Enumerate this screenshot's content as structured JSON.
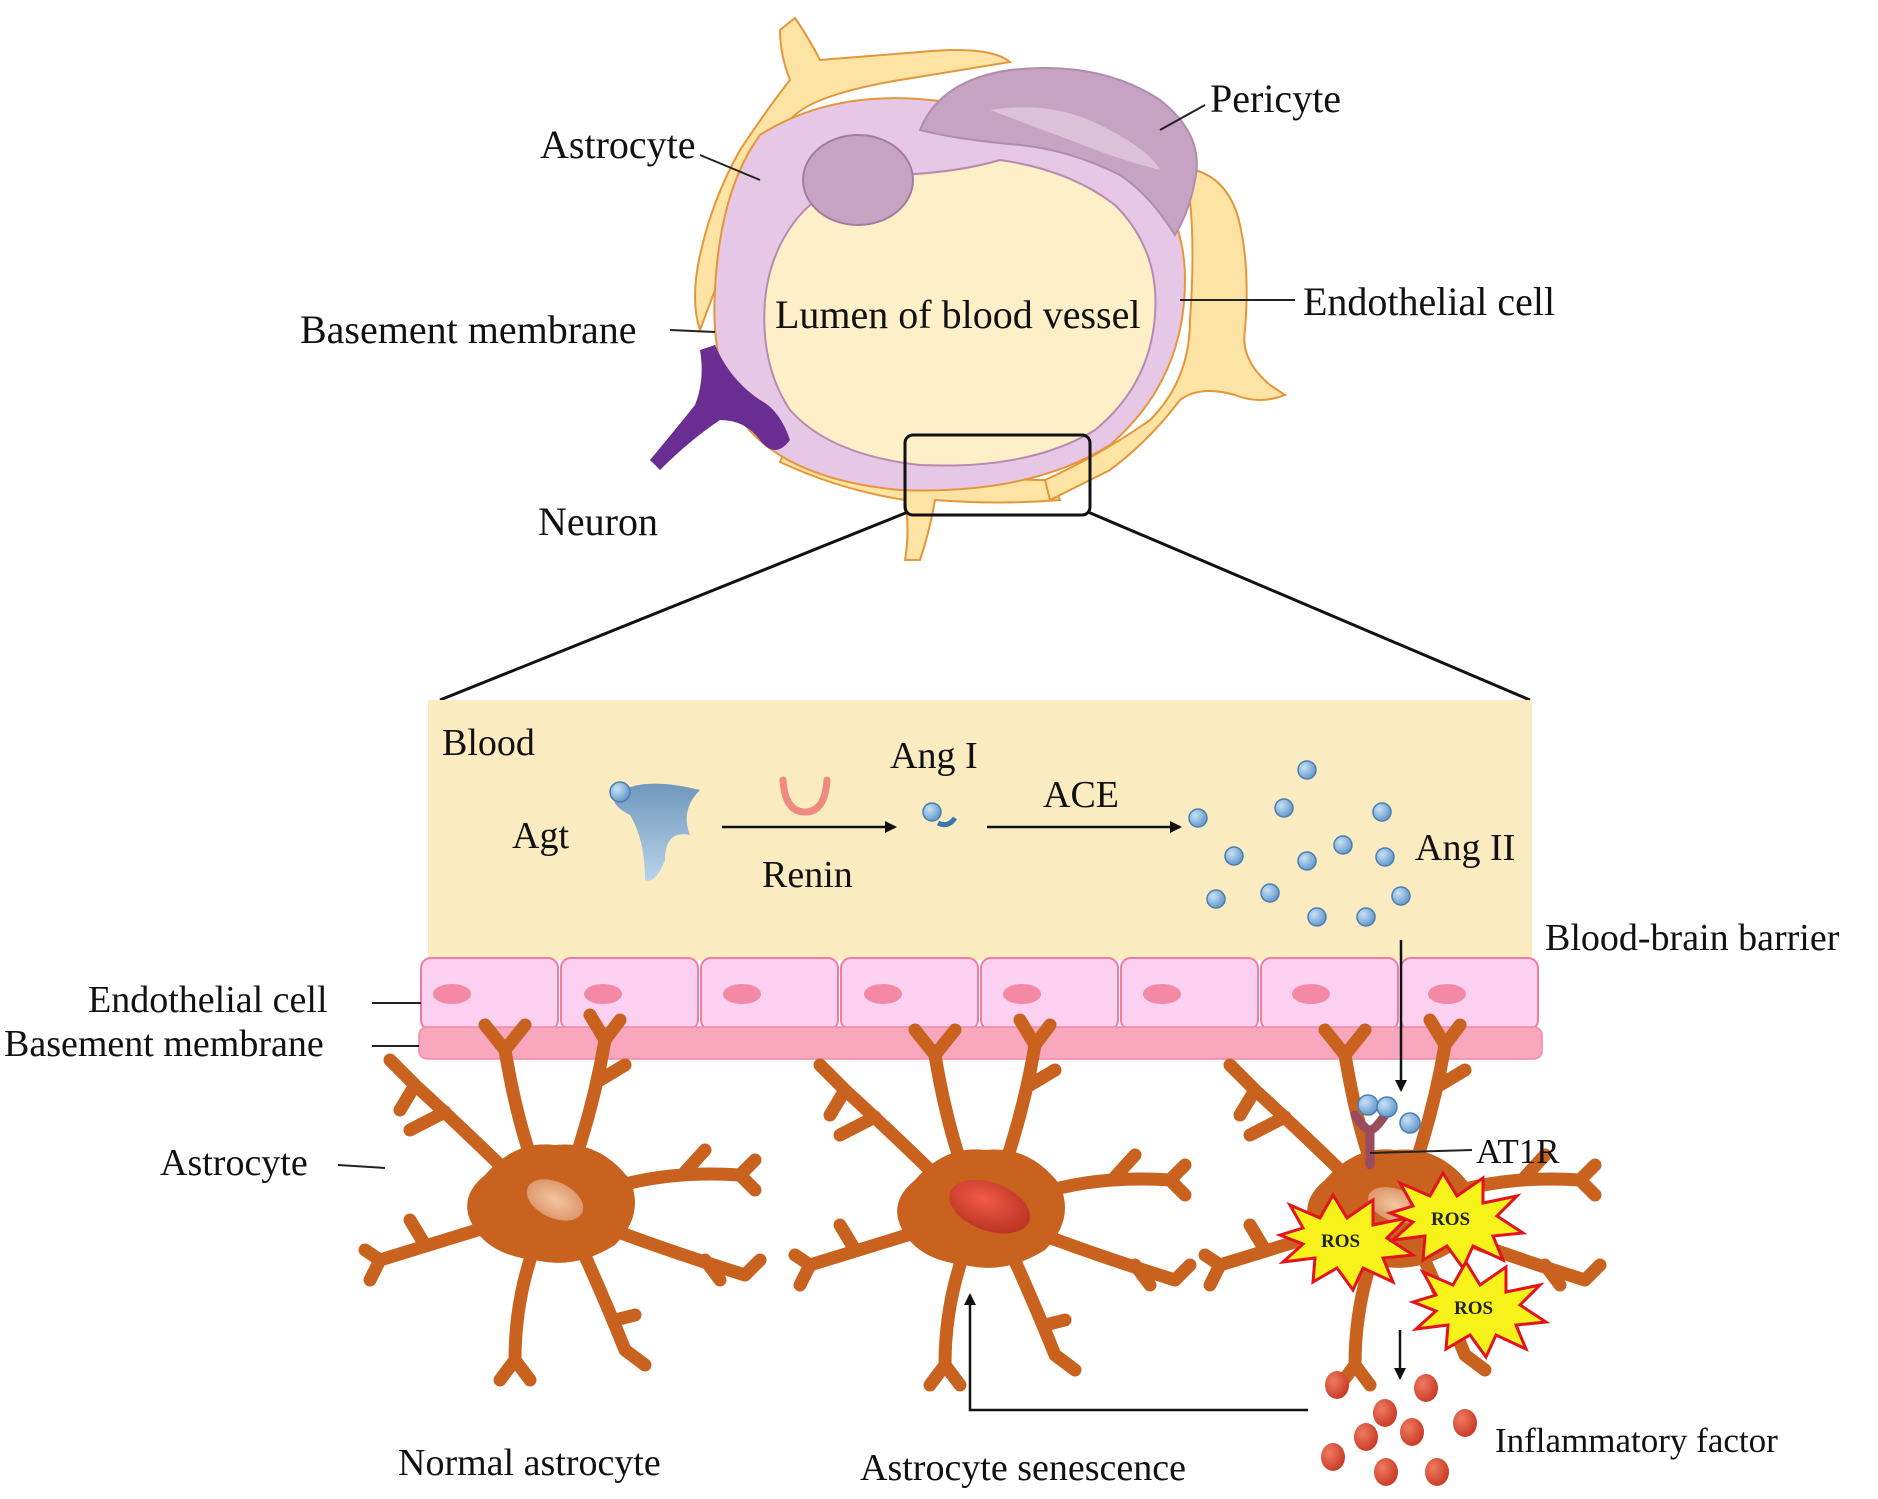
{
  "top_view": {
    "labels": {
      "astrocyte": "Astrocyte",
      "pericyte": "Pericyte",
      "basement_membrane": "Basement membrane",
      "lumen": "Lumen of blood vessel",
      "endothelial_cell": "Endothelial cell",
      "neuron": "Neuron"
    }
  },
  "detail_view": {
    "labels": {
      "blood": "Blood",
      "agt": "Agt",
      "renin": "Renin",
      "ang_i": "Ang I",
      "ace": "ACE",
      "ang_ii": "Ang II",
      "bbb": "Blood-brain barrier",
      "endothelial_cell": "Endothelial cell",
      "basement_membrane": "Basement membrane",
      "astrocyte": "Astrocyte",
      "at1r": "AT1R",
      "ros": "ROS",
      "normal_astrocyte": "Normal astrocyte",
      "astrocyte_senescence": "Astrocyte senescence",
      "inflammatory_factor": "Inflammatory factor"
    }
  },
  "colors": {
    "astrocyte_end_feet": "#fde3a4",
    "endothelium": "#e6c7e5",
    "pericyte": "#c7a3c3",
    "lumen": "#fdf0c8",
    "neuron": "#6a2d92",
    "blood_region": "#fbebc0",
    "endothelial_cell_row": "#fbd0f0",
    "basement_membrane_row": "#f8a7bd",
    "astrocyte_body": "#c8621e",
    "ang_ii": "#7fb0dc",
    "inflammatory_factor": "#d84a35",
    "ros_burst": "#f6f21a",
    "ros_outline": "#e3131d"
  }
}
